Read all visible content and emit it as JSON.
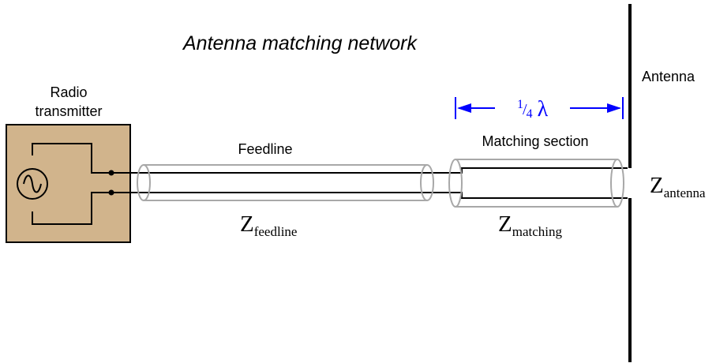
{
  "title": "Antenna matching network",
  "transmitter": {
    "label_line1": "Radio",
    "label_line2": "transmitter",
    "fill_color": "#d1b48c"
  },
  "feedline": {
    "label": "Feedline",
    "impedance_symbol": "Z",
    "impedance_subscript": "feedline"
  },
  "matching_section": {
    "label": "Matching section",
    "impedance_symbol": "Z",
    "impedance_subscript": "matching",
    "length_numerator": "1",
    "length_separator": "/",
    "length_denominator": "4",
    "length_symbol": "λ",
    "dimension_color": "#0000ff"
  },
  "antenna": {
    "label": "Antenna",
    "impedance_symbol": "Z",
    "impedance_subscript": "antenna"
  }
}
